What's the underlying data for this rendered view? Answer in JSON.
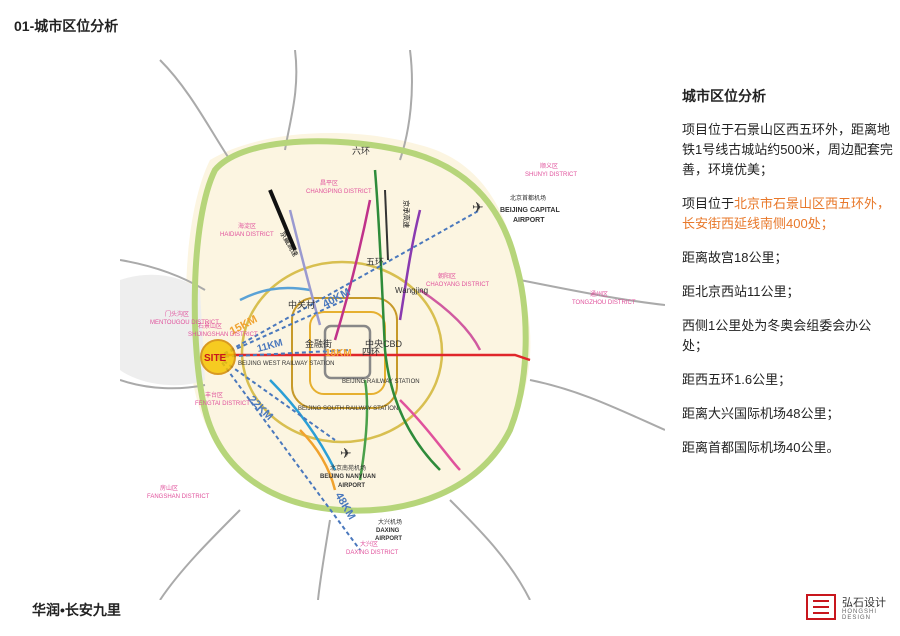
{
  "header": {
    "title": "01-城市区位分析"
  },
  "panel": {
    "heading": "城市区位分析",
    "p1": "项目位于石景山区西五环外，距离地铁1号线古城站约500米，周边配套完善，环境优美；",
    "p2_prefix": "项目位于",
    "p2_highlight": "北京市石景山区西五环外，长安街西延线南侧400处；",
    "p3": "距离故宫18公里；",
    "p4": "距北京西站11公里；",
    "p5": "西侧1公里处为冬奥会组委会办公处；",
    "p6": "距西五环1.6公里；",
    "p7": "距离大兴国际机场48公里；",
    "p8": "距离首都国际机场40公里。"
  },
  "footer": {
    "project": "华润•长安九里",
    "logo_cn": "弘石设计",
    "logo_en": "HONGSHI DESIGN"
  },
  "map": {
    "ring_labels": {
      "r6": "六环",
      "r5": "五环",
      "r4": "四环"
    },
    "site": "SITE",
    "distances": {
      "d15": "15KM",
      "d40": "40KM",
      "d11": "11KM",
      "d18": "18KM",
      "d22": "22KM",
      "d48": "48KM"
    },
    "landmarks": {
      "zhongguancun": "中关村",
      "jinrongjie": "金融街",
      "cbd": "中央CBD",
      "wangjing": "Wangjing",
      "west_station": "BEIJING WEST RAILWAY STATION",
      "beijing_station": "BEIJING RAILWAY STATION",
      "south_station": "BEIJING SOUTH RAILWAY STATION",
      "capital_cn": "北京首都机场",
      "capital_en1": "BEIJING CAPITAL",
      "capital_en2": "AIRPORT",
      "nanyuan_cn": "北京南苑机场",
      "nanyuan_en1": "BEIJING NANYUAN",
      "nanyuan_en2": "AIRPORT",
      "daxing_cn": "大兴机场",
      "daxing_en1": "DAXING",
      "daxing_en2": "AIRPORT",
      "jingzang": "京藏高速",
      "jingcheng": "京承高速"
    },
    "districts": {
      "haidian_cn": "海淀区",
      "haidian_en": "HAIDIAN DISTRICT",
      "changping_cn": "昌平区",
      "changping_en": "CHANGPING DISTRICT",
      "shunyi_cn": "顺义区",
      "shunyi_en": "SHUNYI DISTRICT",
      "chaoyang_cn": "朝阳区",
      "chaoyang_en": "CHAOYANG DISTRICT",
      "tongzhou_cn": "通州区",
      "tongzhou_en": "TONGZHOU DISTRICT",
      "mentougou_cn": "门头沟区",
      "mentougou_en": "MENTOUGOU DISTRICT",
      "shijingshan_cn": "石景山区",
      "shijingshan_en": "SHIJINGSHAN DISTRICT",
      "fengtai_cn": "丰台区",
      "fengtai_en": "FENGTAI DISTRICT",
      "fangshan_cn": "房山区",
      "fangshan_en": "FANGSHAN DISTRICT",
      "daxing_cn": "大兴区",
      "daxing_en": "DAXING DISTRICT"
    },
    "colors": {
      "site": "#f5c400",
      "ring": "#b6d57a",
      "orange": "#f0a22e",
      "distance": "#4a78bd",
      "district": "#e0529c"
    }
  }
}
